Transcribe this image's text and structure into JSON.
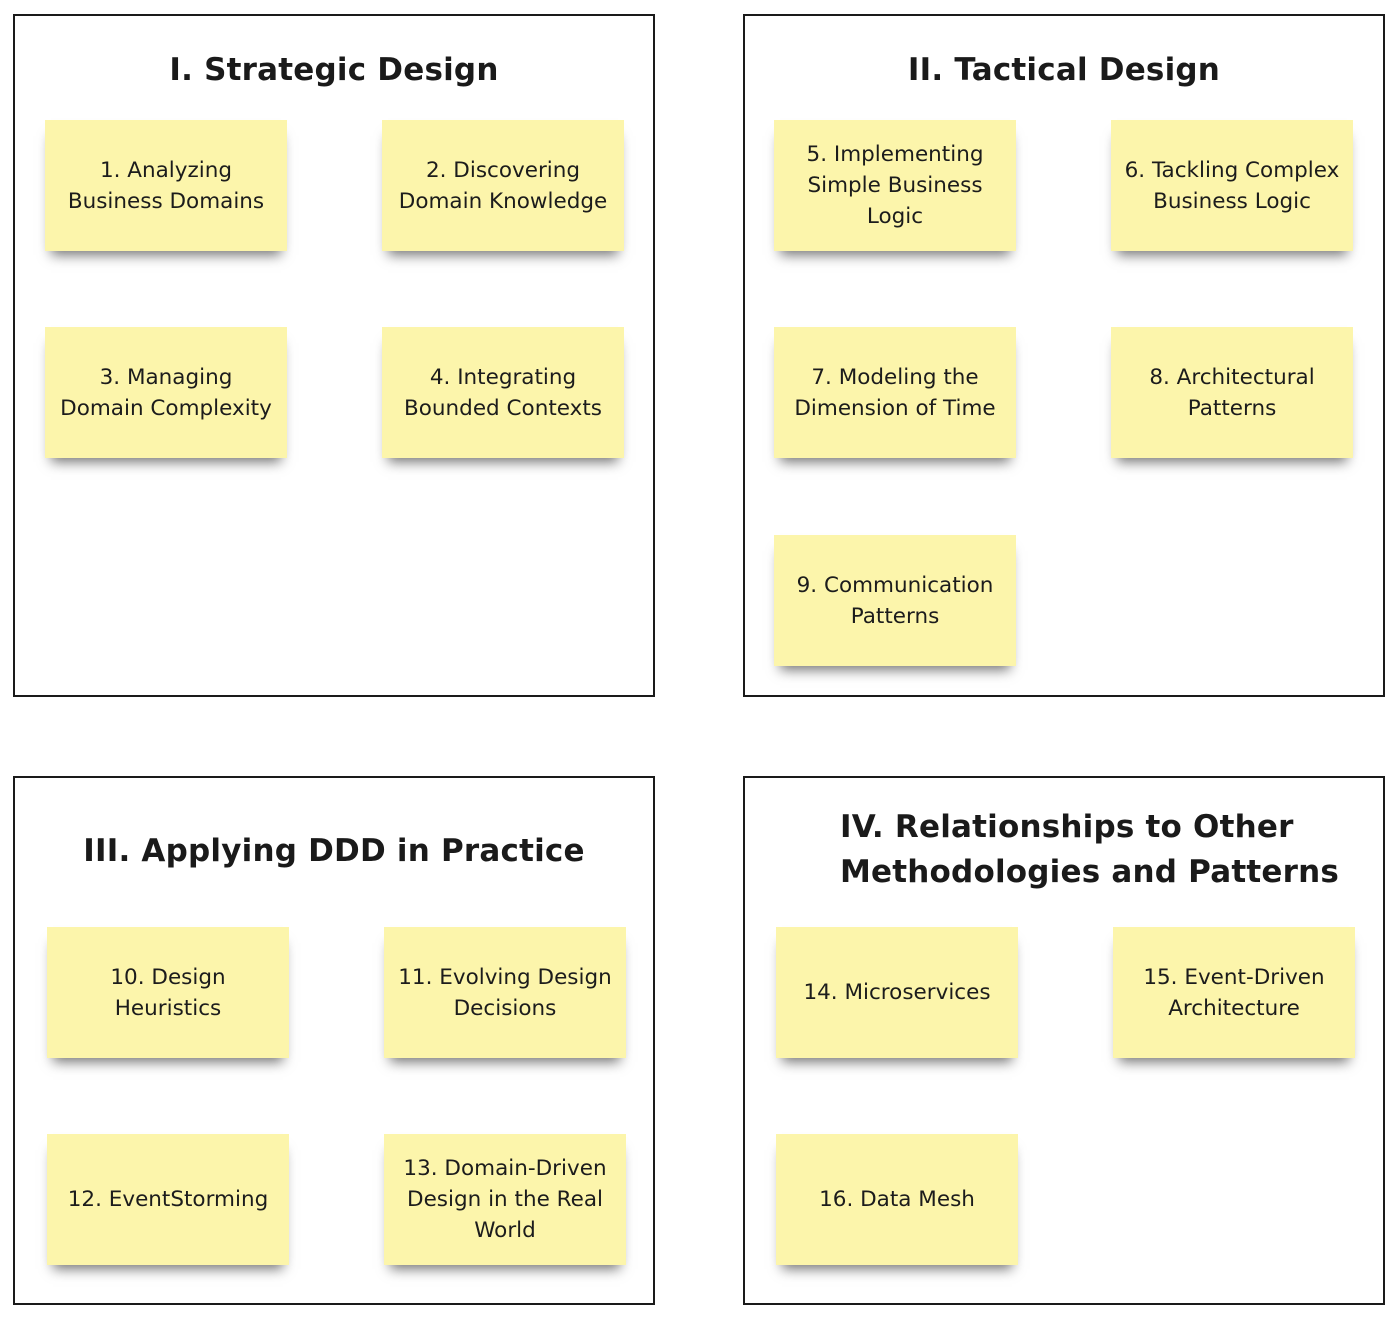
{
  "parts": [
    {
      "title": "I. Strategic Design",
      "notes": [
        "1. Analyzing Business Domains",
        "2. Discovering Domain Knowledge",
        "3. Managing Domain Complexity",
        "4. Integrating Bounded Contexts"
      ]
    },
    {
      "title": "II. Tactical Design",
      "notes": [
        "5. Implementing Simple Business Logic",
        "6. Tackling Complex Business Logic",
        "7. Modeling the Dimension of Time",
        "8. Architectural Patterns",
        "9. Communication Patterns"
      ]
    },
    {
      "title": "III. Applying DDD in Practice",
      "notes": [
        "10. Design Heuristics",
        "11. Evolving Design Decisions",
        "12. EventStorming",
        "13. Domain-Driven Design in the Real World"
      ]
    },
    {
      "title_lines": [
        "IV. Relationships to Other",
        "Methodologies and Patterns"
      ],
      "notes": [
        "14. Microservices",
        "15. Event-Driven Architecture",
        "16. Data Mesh"
      ]
    }
  ],
  "colors": {
    "sticky_note": "#fcf5ab",
    "frame_border": "#1a1a1a",
    "background": "#ffffff"
  }
}
